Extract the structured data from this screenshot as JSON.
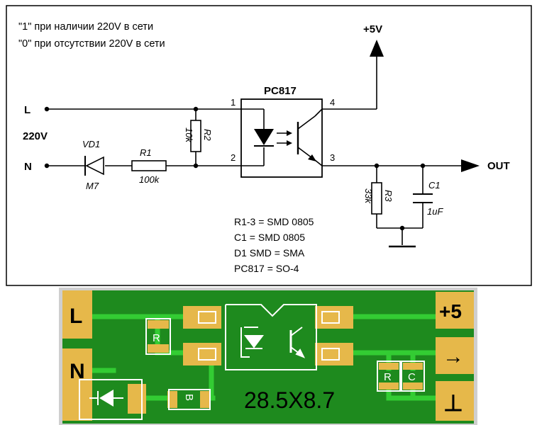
{
  "schematic": {
    "note_line1": "\"1\" при наличии 220V в сети",
    "note_line2": "\"0\" при отсутствии 220V в сети",
    "supply_label": "+5V",
    "out_label": "OUT",
    "input_l": "L",
    "input_n": "N",
    "input_voltage": "220V",
    "optocoupler": {
      "name": "PC817",
      "pin1": "1",
      "pin2": "2",
      "pin3": "3",
      "pin4": "4"
    },
    "diode": {
      "ref": "VD1",
      "value": "M7"
    },
    "r1": {
      "ref": "R1",
      "value": "100k"
    },
    "r2": {
      "ref": "R2",
      "value": "10k"
    },
    "r3": {
      "ref": "R3",
      "value": "33k"
    },
    "c1": {
      "ref": "C1",
      "value": "1uF"
    },
    "bom": [
      "R1-3 = SMD 0805",
      "C1 = SMD 0805",
      "D1 SMD = SMA",
      "PC817 = SO-4"
    ]
  },
  "pcb": {
    "pad_l": "L",
    "pad_n": "N",
    "pad_plus5": "+5",
    "pad_out": "→",
    "pad_gnd": "⊥",
    "label_r_top": "R",
    "label_r_bottom": "R",
    "label_c": "C",
    "label_d1": "B",
    "dimensions": "28.5X8.7",
    "colors": {
      "board": "#1e8a1e",
      "copper": "#33cc33",
      "pad": "#e6b84a",
      "silk": "#ffffff",
      "frame": "#cfcfcf"
    }
  }
}
